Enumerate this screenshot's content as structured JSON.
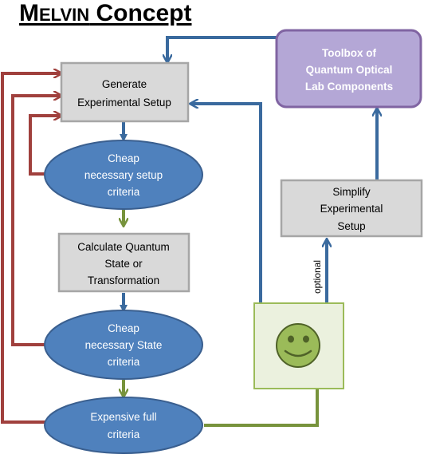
{
  "title": {
    "initial": "M",
    "smallcaps": "ELVIN",
    "rest": " Concept"
  },
  "colors": {
    "blue": "#3A6A9E",
    "blue_fill": "#4F81BD",
    "green": "#77933C",
    "red": "#A0403D",
    "gray_fill": "#D9D9D9",
    "gray_stroke": "#A6A6A6",
    "purple_fill": "#B4A7D6",
    "purple_stroke": "#8064A2",
    "smiley_box_fill": "#EBF1DE",
    "smiley_box_stroke": "#9BBB59",
    "smiley_face": "#9BBB59"
  },
  "nodes": {
    "generate": [
      "Generate",
      "Experimental Setup"
    ],
    "cheap_setup": [
      "Cheap",
      "necessary setup",
      "criteria"
    ],
    "calculate": [
      "Calculate Quantum",
      "State or",
      "Transformation"
    ],
    "cheap_state": [
      "Cheap",
      "necessary State",
      "criteria"
    ],
    "expensive": [
      "Expensive full",
      "criteria"
    ],
    "toolbox": [
      "Toolbox of",
      "Quantum Optical",
      "Lab Components"
    ],
    "simplify": [
      "Simplify",
      "Experimental",
      "Setup"
    ]
  },
  "labels": {
    "optional": "optional"
  },
  "icons": {
    "success": "smiley-face-icon"
  }
}
